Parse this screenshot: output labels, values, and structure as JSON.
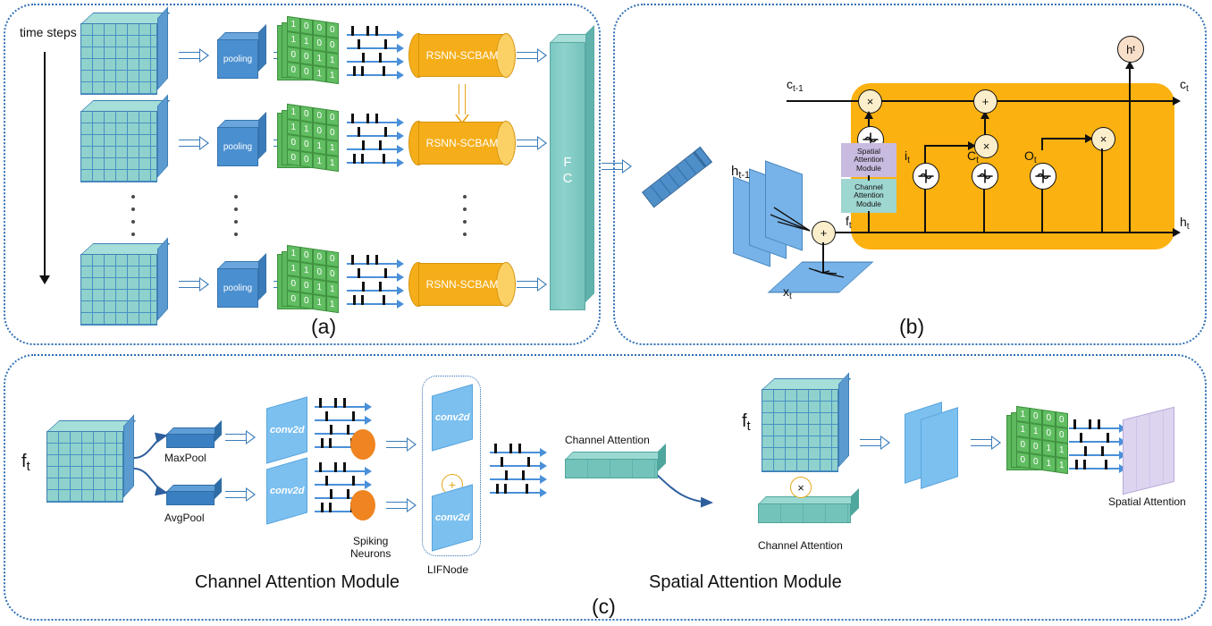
{
  "figure": {
    "panels": [
      {
        "id": "a",
        "label": "(a)"
      },
      {
        "id": "b",
        "label": "(b)"
      },
      {
        "id": "c",
        "label": "(c)"
      }
    ]
  },
  "panel_a": {
    "time_steps_label": "time steps",
    "pooling_label": "pooling",
    "rsnn_label": "RSNN-SCBAM",
    "fc_label_line1": "F",
    "fc_label_line2": "C",
    "binary_matrix": [
      [
        "1",
        "0",
        "0",
        "0"
      ],
      [
        "1",
        "1",
        "0",
        "0"
      ],
      [
        "0",
        "0",
        "1",
        "1"
      ],
      [
        "0",
        "0",
        "1",
        "1"
      ]
    ],
    "rows": [
      {
        "index": 0
      },
      {
        "index": 1
      },
      {
        "index": 2
      }
    ]
  },
  "panel_b": {
    "c_prev_label": "c",
    "c_prev_sub": "t-1",
    "c_out_label": "c",
    "c_out_sub": "t",
    "h_prev_label": "h",
    "h_prev_sub": "t-1",
    "h_out_label": "h",
    "h_out_sub": "t",
    "h_node_label": "h",
    "h_node_sub": "t",
    "x_label": "x",
    "x_sub": "t",
    "gates": [
      {
        "name": "input-gate",
        "label": "i",
        "sub": "t"
      },
      {
        "name": "candidate",
        "label": "C",
        "sub": "t"
      },
      {
        "name": "output-gate",
        "label": "O",
        "sub": "t"
      },
      {
        "name": "forget-gate",
        "label": "f",
        "sub": "t"
      }
    ],
    "spatial_attention_module": "Spatial\nAttention\nModule",
    "spatial_attention_lines": [
      "Spatial",
      "Attention",
      "Module"
    ],
    "channel_attention_lines": [
      "Channel",
      "Attention",
      "Module"
    ],
    "op_multiply": "×",
    "op_add": "+"
  },
  "panel_c": {
    "feature_label": "f",
    "feature_sub": "t",
    "maxpool_label": "MaxPool",
    "avgpool_label": "AvgPool",
    "conv2d_label": "conv2d",
    "spiking_neurons_line1": "Spiking",
    "spiking_neurons_line2": "Neurons",
    "lifnode_label": "LIFNode",
    "plus_symbol": "+",
    "multiply_symbol": "×",
    "channel_attention_top_label": "Channel Attention",
    "channel_attention_bottom_label": "Channel Attention",
    "spatial_attention_output_label": "Spatial Attention",
    "channel_module_title": "Channel Attention Module",
    "spatial_module_title": "Spatial Attention Module",
    "binary_matrix": [
      [
        "1",
        "0",
        "0",
        "0"
      ],
      [
        "1",
        "1",
        "0",
        "0"
      ],
      [
        "0",
        "0",
        "1",
        "1"
      ],
      [
        "0",
        "0",
        "1",
        "1"
      ]
    ]
  },
  "colors": {
    "panel_border": "#2f6fb5",
    "cell_orange": "#fbb110",
    "cylinder": "#f5ae19",
    "feature_teal": "#8fd2cd",
    "matrix_green": "#5cb85c",
    "conv_blue": "#7cc0f0",
    "spike_blue": "#4a90d9",
    "neuron_orange": "#ef8421",
    "attention_teal": "#74c3bb",
    "spatial_purple": "#ddd4f0",
    "chip_spatial": "#c9bbe0",
    "chip_channel": "#9ed6d0"
  }
}
